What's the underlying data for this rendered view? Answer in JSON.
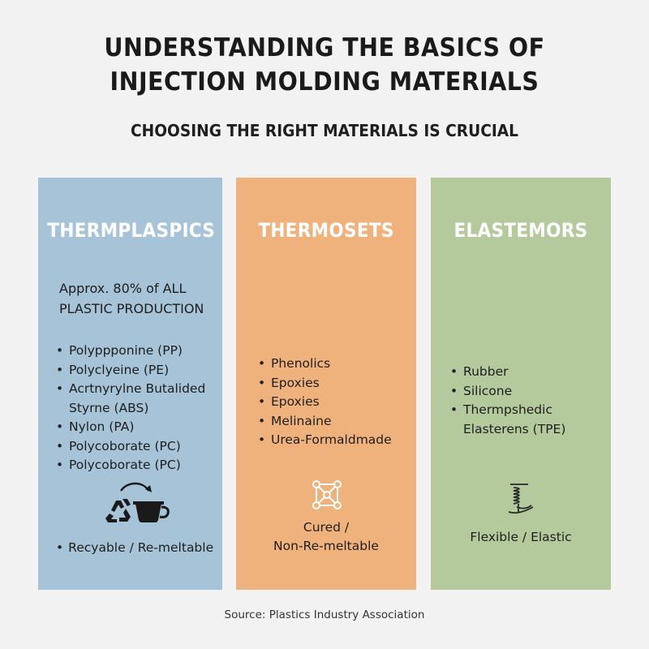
{
  "header": {
    "title_line1": "UNDERSTANDING THE BASICS OF",
    "title_line2": "INJECTION MOLDING MATERIALS",
    "subtitle": "CHOOSING THE RIGHT MATERIALS IS CRUCIAL"
  },
  "panels": {
    "thermoplastics": {
      "heading": "THERMPLASPICS",
      "color": "#a6c3d7",
      "intro_line1": "Approx. 80% of ALL",
      "intro_line2": "PLASTIC PRODUCTION",
      "items": [
        "Polyppponine (PP)",
        "Polyclyeine (PE)",
        "Acrtnyrylne Butalided Styrne (ABS)",
        "Nylon (PA)",
        "Polycoborate (PC)",
        "Polycoborate (PC)"
      ],
      "icon": "recycle-cup-icon",
      "note": "Recyable / Re-meltable"
    },
    "thermosets": {
      "heading": "THERMOSETS",
      "color": "#f0b27c",
      "items": [
        "Phenolics",
        "Epoxies",
        "Epoxies",
        "Melinaine",
        "Urea-Formaldmade"
      ],
      "icon": "crosslinked-network-icon",
      "note_line1": "Cured /",
      "note_line2": "Non-Re-meltable"
    },
    "elastomers": {
      "heading": "ELASTEMORS",
      "color": "#b4c99c",
      "items": [
        "Rubber",
        "Silicone",
        "Thermpshedic Elasterens (TPE)"
      ],
      "icon": "spring-coil-icon",
      "note": "Flexible / Elastic"
    }
  },
  "source": "Source: Plastics Industry Association"
}
